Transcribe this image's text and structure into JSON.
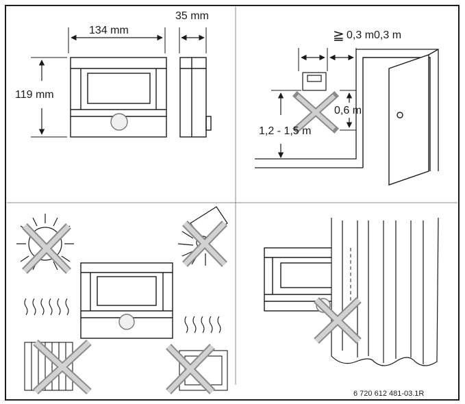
{
  "dimensions": {
    "width_label": "134 mm",
    "depth_label": "35 mm",
    "height_label": "119 mm"
  },
  "placement": {
    "side_clearance_label": "0,3 m",
    "side_clearance_label_2": "0,3 m",
    "below_label": "0,6 m",
    "height_range_label": "1,2 - 1,5 m",
    "geq_symbol": "≧"
  },
  "footer": {
    "reference": "6 720 612 481-03.1R"
  },
  "colors": {
    "line": "#1a1a1a",
    "cross_fill": "#c8c8c8",
    "cross_stroke": "#8a8a8a",
    "frame": "#1a1a1a"
  },
  "icons": [
    "device-front-icon",
    "device-side-icon",
    "sun-icon",
    "lamp-icon",
    "radiator-icon",
    "heater-icon",
    "curtain-icon",
    "door-icon",
    "prohibited-cross-icon"
  ]
}
